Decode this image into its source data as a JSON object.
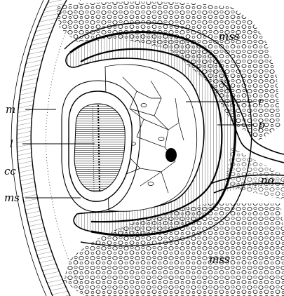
{
  "figure": {
    "labels": {
      "mss_top": "mss",
      "mss_bottom": "mss",
      "r": "r",
      "p": "p",
      "no": "no",
      "m": "m",
      "l": "l",
      "cc": "cc",
      "ms": "ms"
    },
    "colors": {
      "ink": "#000000",
      "paper": "#ffffff"
    }
  }
}
